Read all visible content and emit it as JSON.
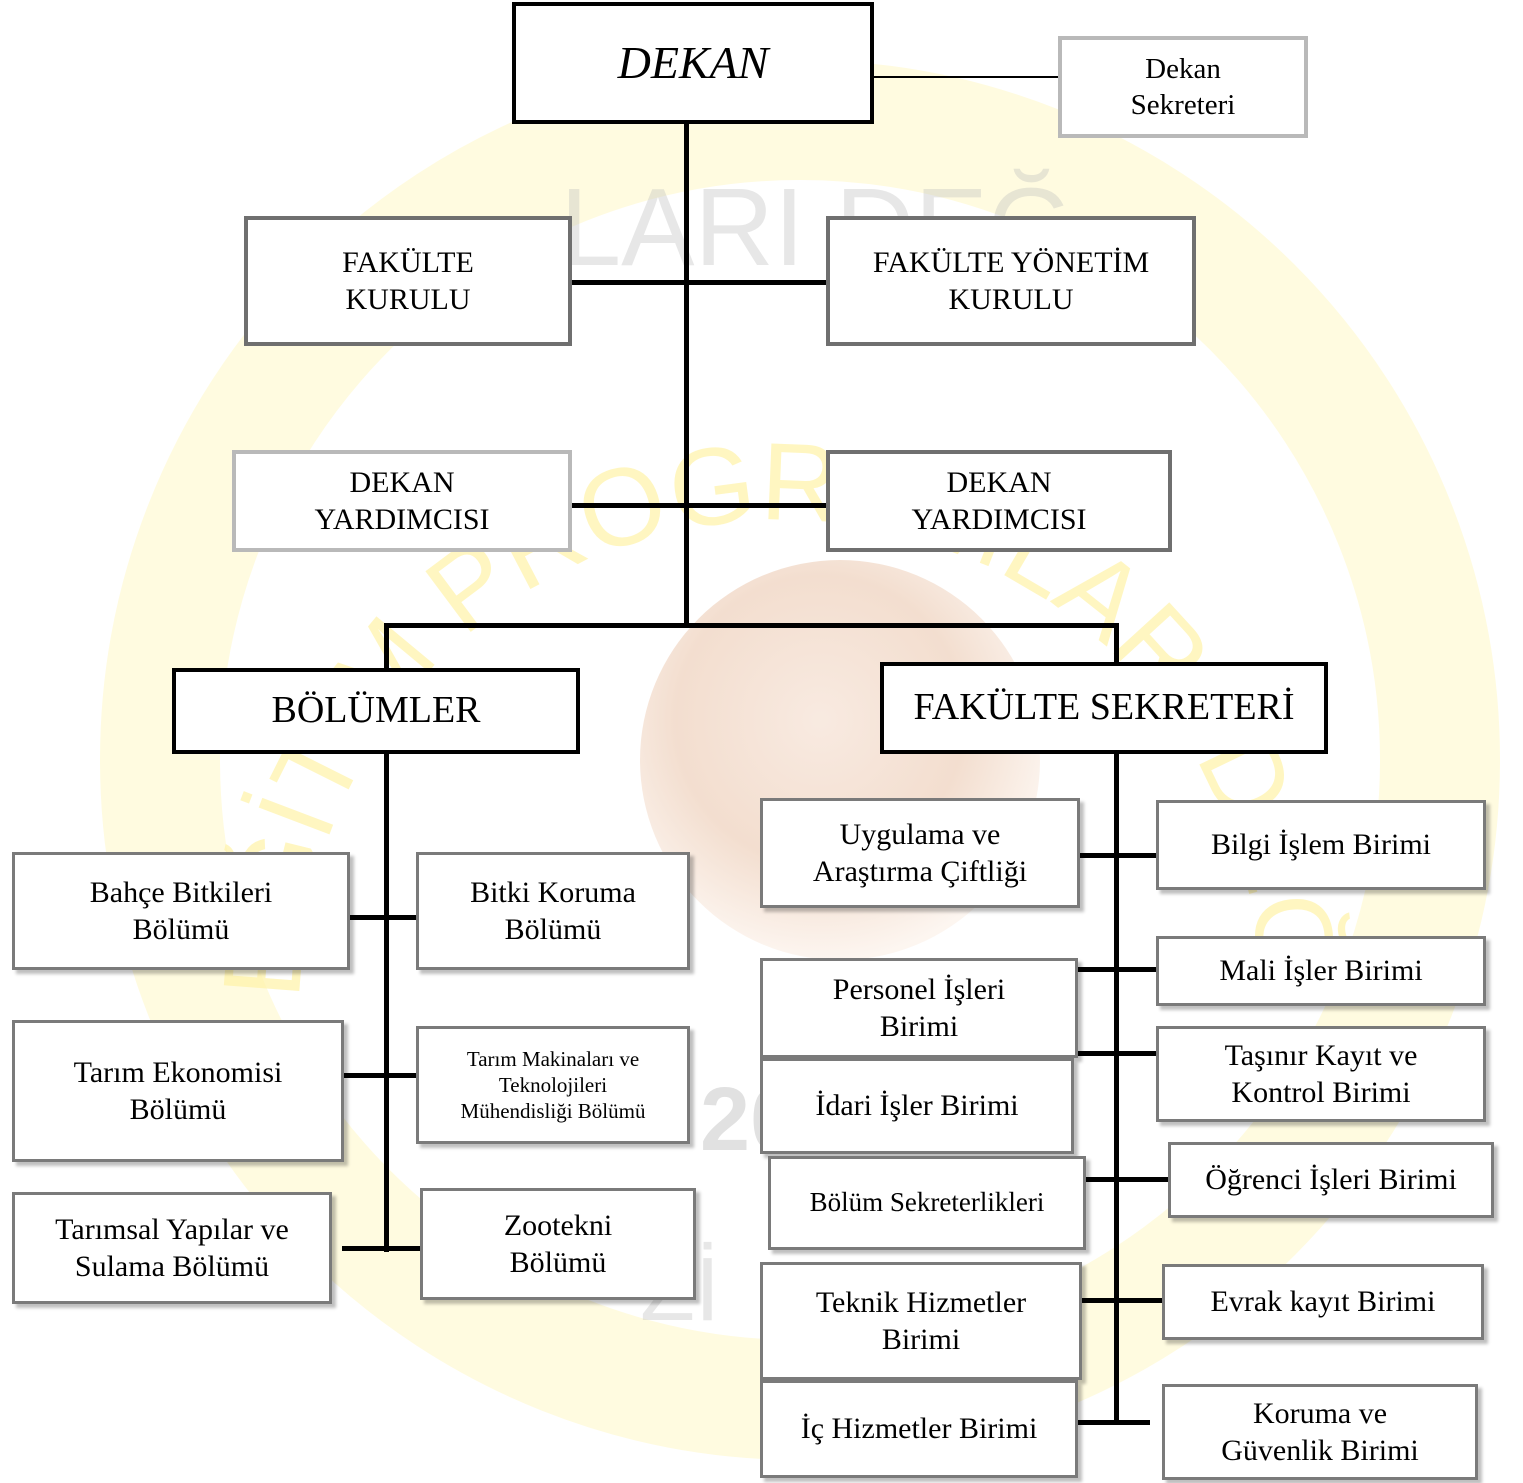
{
  "watermark": {
    "arc_text": "EĞİTİM PROGRAMLARI DEĞERLENDİRME VE AKREDİTASYON",
    "top_text": "LARI DEĞ",
    "bottom_text": "Zİ",
    "year_text": "20",
    "color": "#fff3a8"
  },
  "nodes": {
    "dekan": "DEKAN",
    "dekan_sekreteri": "Dekan\nSekreteri",
    "fakulte_kurulu": "FAKÜLTE\nKURULU",
    "fakulte_yonetim_kurulu": "FAKÜLTE YÖNETİM\nKURULU",
    "dekan_yardimcisi_1": "DEKAN\nYARDIMCISI",
    "dekan_yardimcisi_2": "DEKAN\nYARDIMCISI",
    "bolumler": "BÖLÜMLER",
    "fakulte_sekreteri": "FAKÜLTE SEKRETERİ"
  },
  "departments": {
    "bahce_bitkileri": "Bahçe Bitkileri\nBölümü",
    "bitki_koruma": "Bitki Koruma\nBölümü",
    "tarim_ekonomisi": "Tarım Ekonomisi\nBölümü",
    "tarim_makinalari": "Tarım Makinaları ve\nTeknolojileri\nMühendisliği Bölümü",
    "tarimsal_yapilar": "Tarımsal Yapılar ve\nSulama Bölümü",
    "zootekni": "Zootekni\nBölümü"
  },
  "units": {
    "uygulama_ciftligi": "Uygulama ve\nAraştırma Çiftliği",
    "bilgi_islem": "Bilgi İşlem Birimi",
    "mali_isler": "Mali İşler Birimi",
    "personel_isleri": "Personel İşleri\nBirimi",
    "tasinir_kayit": "Taşınır Kayıt ve\nKontrol Birimi",
    "idari_isler": "İdari İşler Birimi",
    "bolum_sekreterlikleri": "Bölüm Sekreterlikleri",
    "ogrenci_isleri": "Öğrenci İşleri Birimi",
    "teknik_hizmetler": "Teknik Hizmetler\nBirimi",
    "evrak_kayit": "Evrak kayıt Birimi",
    "ic_hizmetler": "İç Hizmetler Birimi",
    "koruma_guvenlik": "Koruma ve\nGüvenlik Birimi"
  }
}
